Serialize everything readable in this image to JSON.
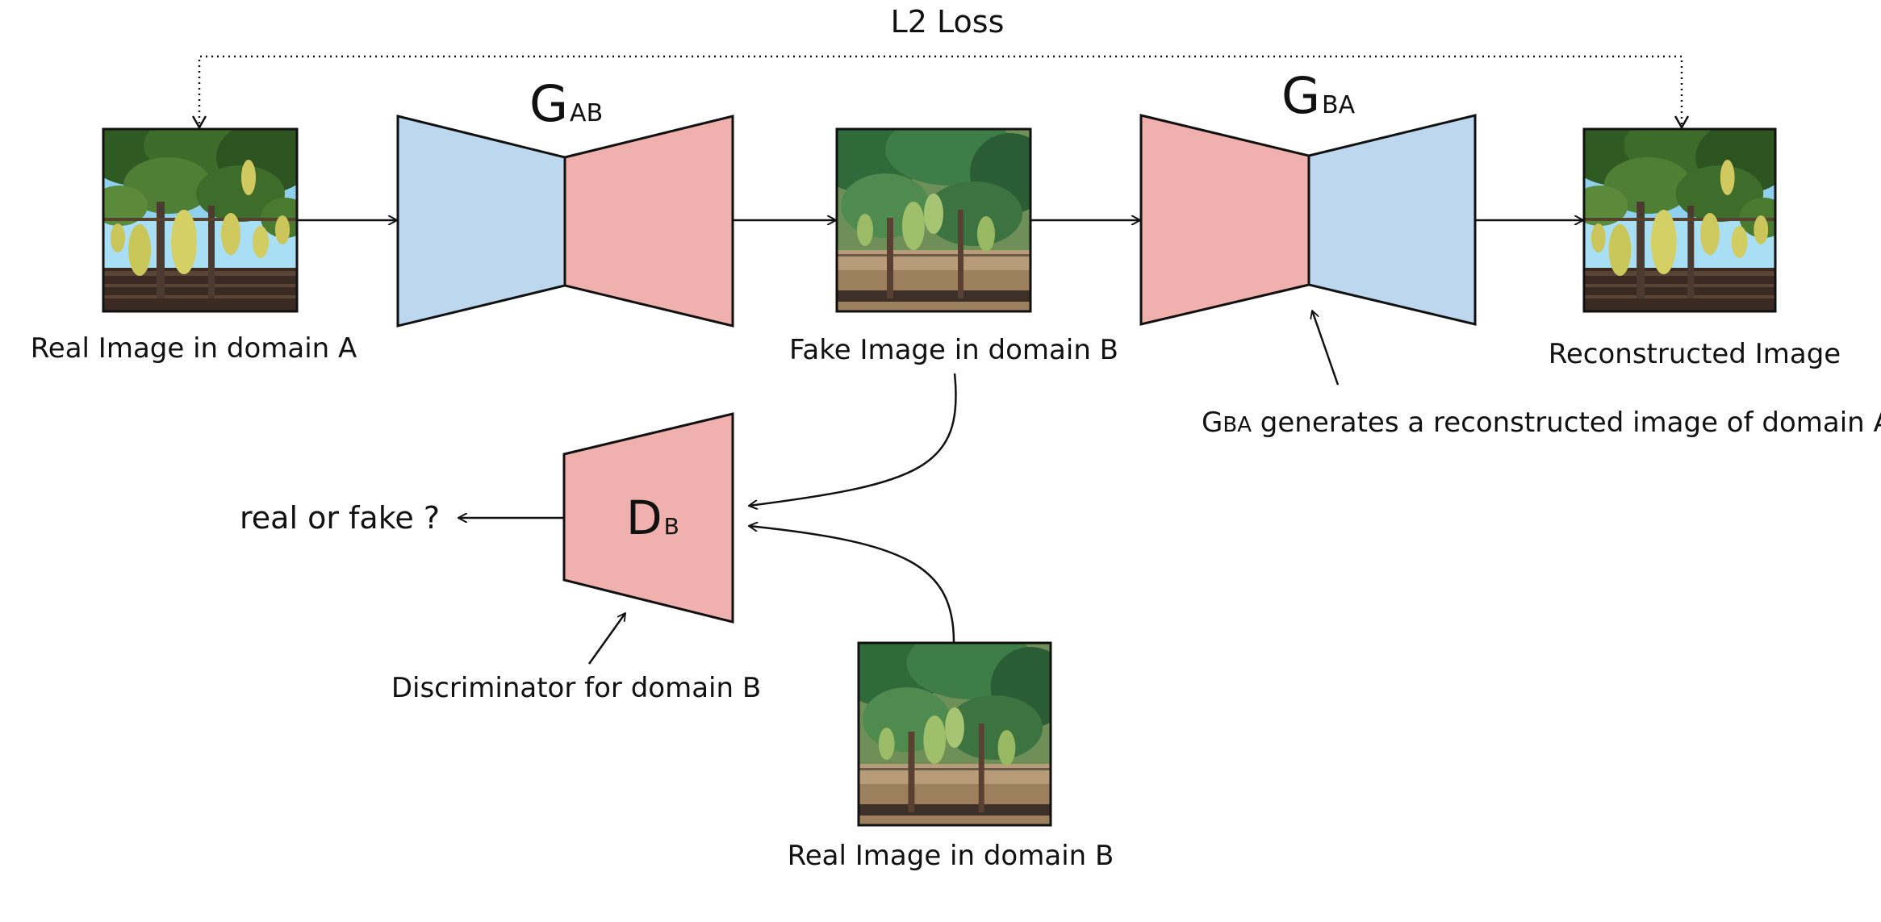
{
  "loss_label": "L2 Loss",
  "generator_ab": {
    "main": "G",
    "sub": "AB"
  },
  "generator_ba": {
    "main": "G",
    "sub": "BA"
  },
  "discriminator_b": {
    "main": "D",
    "sub": "B"
  },
  "images": {
    "real_a": {
      "caption": "Real Image in domain A",
      "scene": "synthetic-vineyard"
    },
    "fake_b": {
      "caption": "Fake Image in domain B",
      "scene": "real-vineyard"
    },
    "reconstructed": {
      "caption": "Reconstructed Image",
      "scene": "synthetic-vineyard"
    },
    "real_b": {
      "caption": "Real Image in domain B",
      "scene": "real-vineyard"
    }
  },
  "annotations": {
    "gba_note_prefix": "G",
    "gba_note_sub": "BA",
    "gba_note_text": " generates a reconstructed image of domain A.",
    "discriminator_note": "Discriminator for domain B",
    "output_label": "real or fake ?"
  },
  "colors": {
    "encoder_blue": "#bdd7ee",
    "decoder_red": "#f0b0ad",
    "outline": "#111111"
  }
}
